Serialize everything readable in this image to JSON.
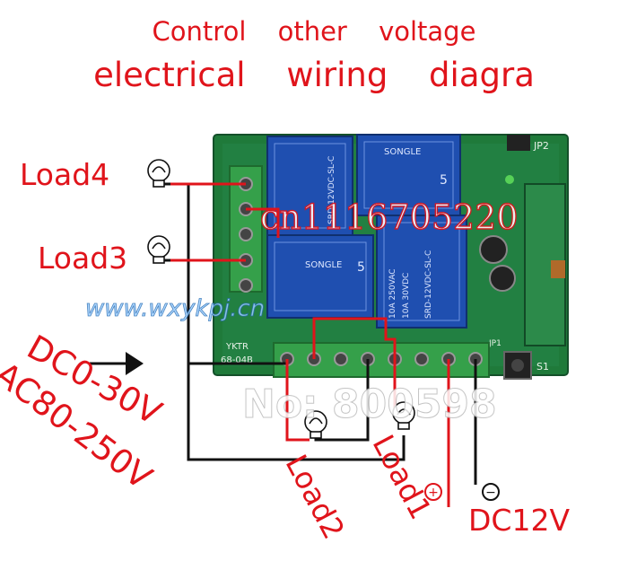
{
  "title": {
    "line1": "Control other voltage",
    "line2": "electrical wiring diagra"
  },
  "labels": {
    "load4": "Load4",
    "load3": "Load3",
    "load2": "Load2",
    "load1": "Load1",
    "dc12v": "DC12V",
    "dc_range": "DC0-30V",
    "ac_range": "AC80-250V",
    "plus": "+",
    "minus": "−"
  },
  "board": {
    "relay_brand": "SONGLE",
    "relay_model": "SRD-12VDC-SL-C",
    "relay_rating_1": "10A 250VAC",
    "relay_rating_2": "10A 30VDC",
    "relay_pin_count": "5",
    "silk_model_1": "YKTR",
    "silk_model_2": "68-04B",
    "silk_jp1": "JP1",
    "silk_jp2": "JP2",
    "silk_s1": "S1"
  },
  "watermarks": {
    "seller_id": "cn1116705220",
    "website": "www.wxykpj.cn",
    "number": "No: 800598"
  },
  "colors": {
    "label_red": "#e0141b",
    "board_green": "#1f7a3a",
    "terminal_green": "#35a04a",
    "relay_blue": "#1f4fb0",
    "wire_black": "#111111",
    "wire_red": "#e0141b"
  }
}
